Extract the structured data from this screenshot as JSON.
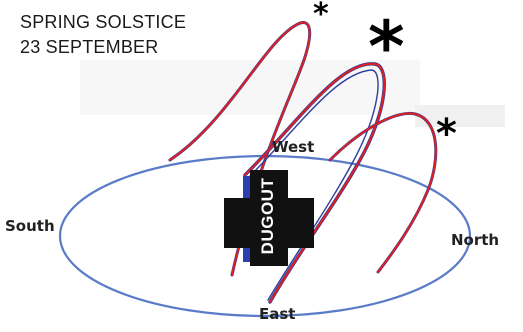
{
  "title": {
    "line1": "SPRING SOLSTICE",
    "line2": "23 SEPTEMBER"
  },
  "directions": {
    "south": "South",
    "north": "North",
    "west": "West",
    "east": "East"
  },
  "center_label": "DUGOUT",
  "markers": {
    "symbol": "*",
    "count": 3
  },
  "colors": {
    "horizon": "#5a7cc8",
    "sun_path_inner": "#2f3f9a",
    "sun_path_outer": "#e02020",
    "dugout_fill": "#111111",
    "dugout_edge": "#2a3fb0"
  }
}
